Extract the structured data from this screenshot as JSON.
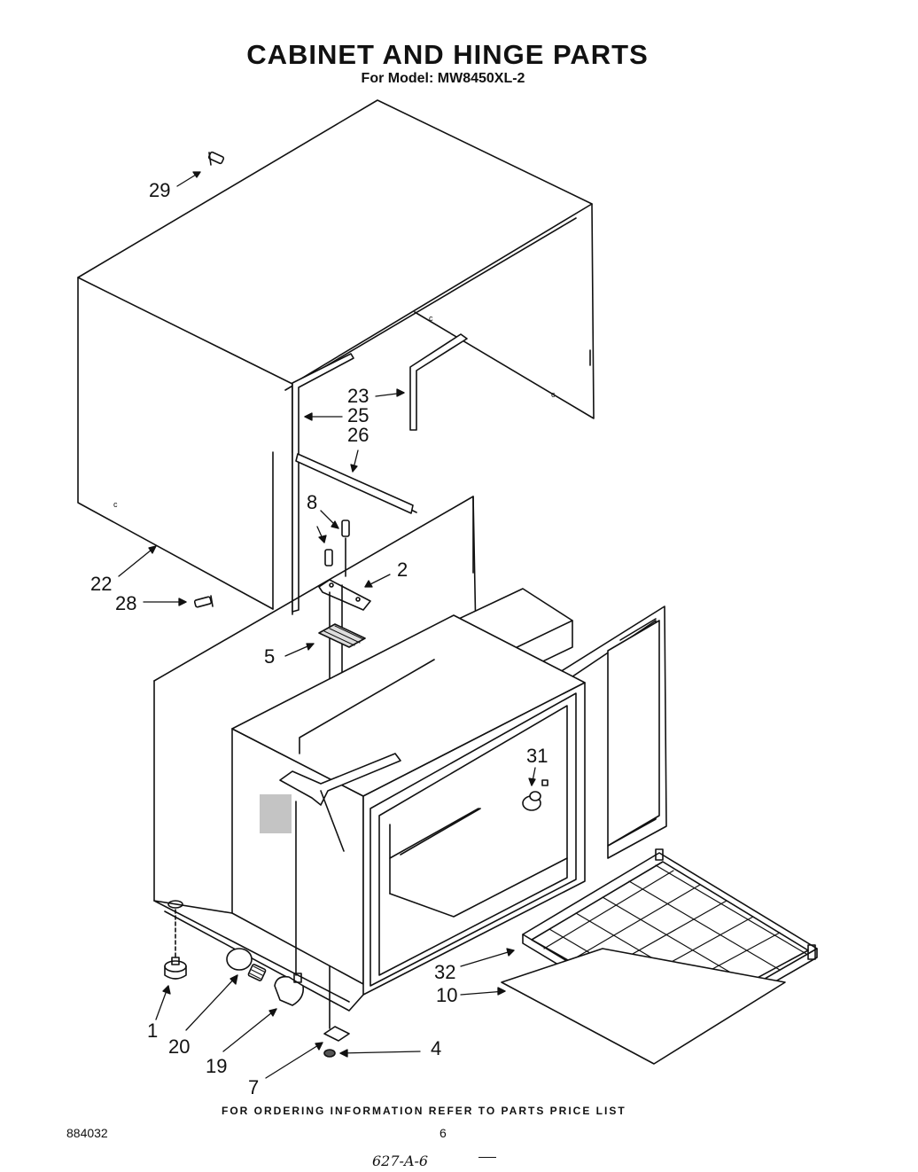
{
  "header": {
    "title": "CABINET AND HINGE  PARTS",
    "subtitle": "For Model: MW8450XL-2"
  },
  "callouts": [
    "29",
    "23",
    "25",
    "26",
    "8",
    "2",
    "22",
    "28",
    "5",
    "31",
    "32",
    "10",
    "1",
    "20",
    "19",
    "4",
    "7"
  ],
  "footer": {
    "ordering_note": "FOR ORDERING INFORMATION REFER TO PARTS PRICE LIST",
    "document_number": "884032",
    "page_number": "6",
    "handwritten_note": "627-A-6"
  }
}
